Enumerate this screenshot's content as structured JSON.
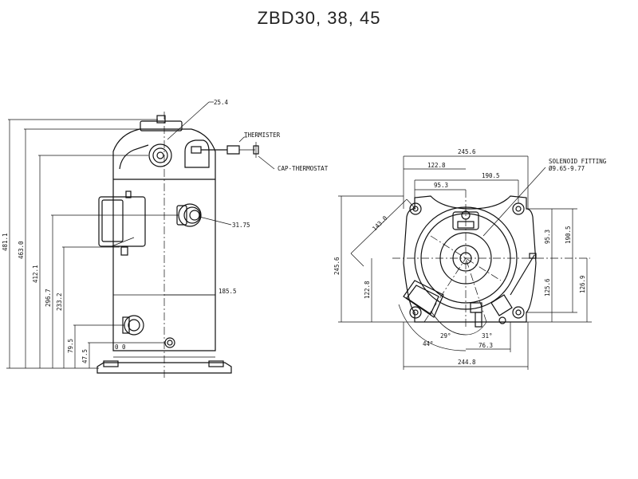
{
  "title": "ZBD30, 38, 45",
  "side_view": {
    "dim_top_fitting": "25.4",
    "label_thermister": "THERMISTER",
    "label_cap_thermostat": "CAP-THERMOSTAT",
    "dim_suction": "31.75",
    "dim_radius": "185.5",
    "dim_h1": "481.1",
    "dim_h2": "463.0",
    "dim_h3": "412.1",
    "dim_h4": "296.7",
    "dim_h5": "233.2",
    "dim_h6": "79.5",
    "dim_h7": "47.5"
  },
  "top_view": {
    "dim_width_top": "245.6",
    "dim_122_8_top": "122.8",
    "dim_190_5_top": "190.5",
    "dim_95_3_top": "95.3",
    "label_solenoid": "SOLENOID FITTING",
    "label_solenoid_size": "Ø9.65-9.77",
    "dim_diag": "143.0",
    "dim_height_left": "245.6",
    "dim_122_8_left": "122.8",
    "dim_95_3_right": "95.3",
    "dim_190_5_right": "190.5",
    "dim_125_6_right": "125.6",
    "dim_126_9_right": "126.9",
    "angle_29": "29°",
    "angle_31": "31°",
    "angle_44": "44°",
    "dim_76_3": "76.3",
    "dim_width_bottom": "244.8"
  }
}
